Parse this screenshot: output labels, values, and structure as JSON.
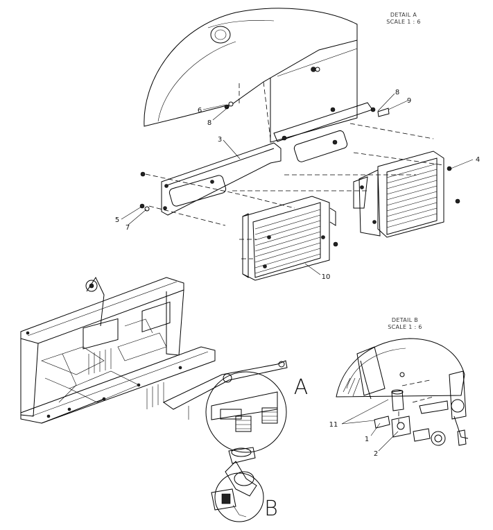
{
  "detail_a": {
    "title": "DETAIL A",
    "scale": "SCALE 1 : 6",
    "callouts": [
      "3",
      "4",
      "5",
      "6",
      "7",
      "8",
      "8",
      "9",
      "10"
    ]
  },
  "detail_b": {
    "title": "DETAIL B",
    "scale": "SCALE 1 : 6",
    "callouts": [
      "1",
      "2",
      "11"
    ]
  },
  "view_labels": {
    "a": "A",
    "b": "B"
  }
}
